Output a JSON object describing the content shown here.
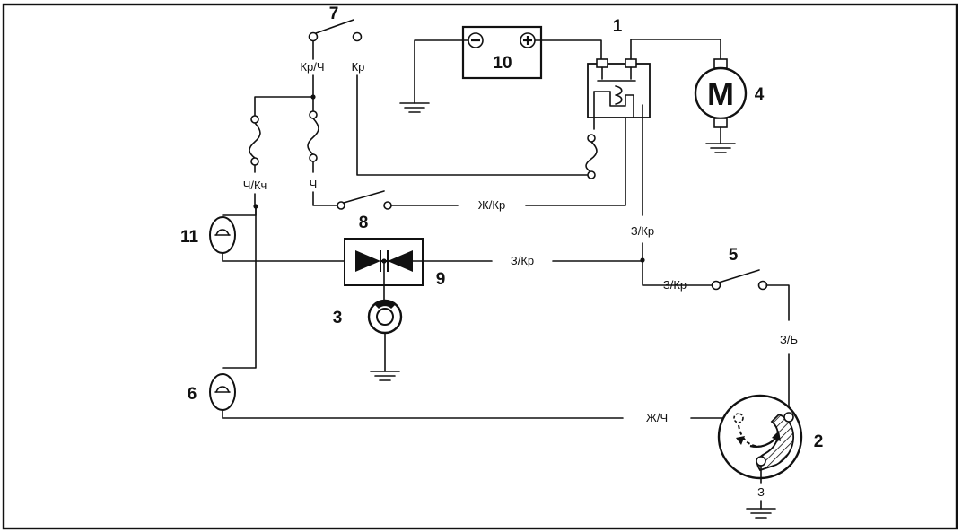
{
  "components": {
    "c1": "1",
    "c2": "2",
    "c3": "3",
    "c4": "4",
    "c5": "5",
    "c6": "6",
    "c7": "7",
    "c8": "8",
    "c9": "9",
    "c10": "10",
    "c11": "11"
  },
  "battery": {
    "minus": "⊖",
    "plus": "⊕"
  },
  "motor": {
    "symbol": "M"
  },
  "wires": {
    "kr_ch": "Кр/Ч",
    "kr": "Кр",
    "ch_kch": "Ч/Кч",
    "ch": "Ч",
    "zh_kr": "Ж/Кр",
    "z_kr_vertical": "З/Кр",
    "z_kr_middle": "З/Кр",
    "z_kr_switch": "З/Кр",
    "z_b": "З/Б",
    "zh_ch": "Ж/Ч",
    "z_ground": "З"
  },
  "colors": {
    "line": "#111111",
    "background": "#ffffff"
  }
}
